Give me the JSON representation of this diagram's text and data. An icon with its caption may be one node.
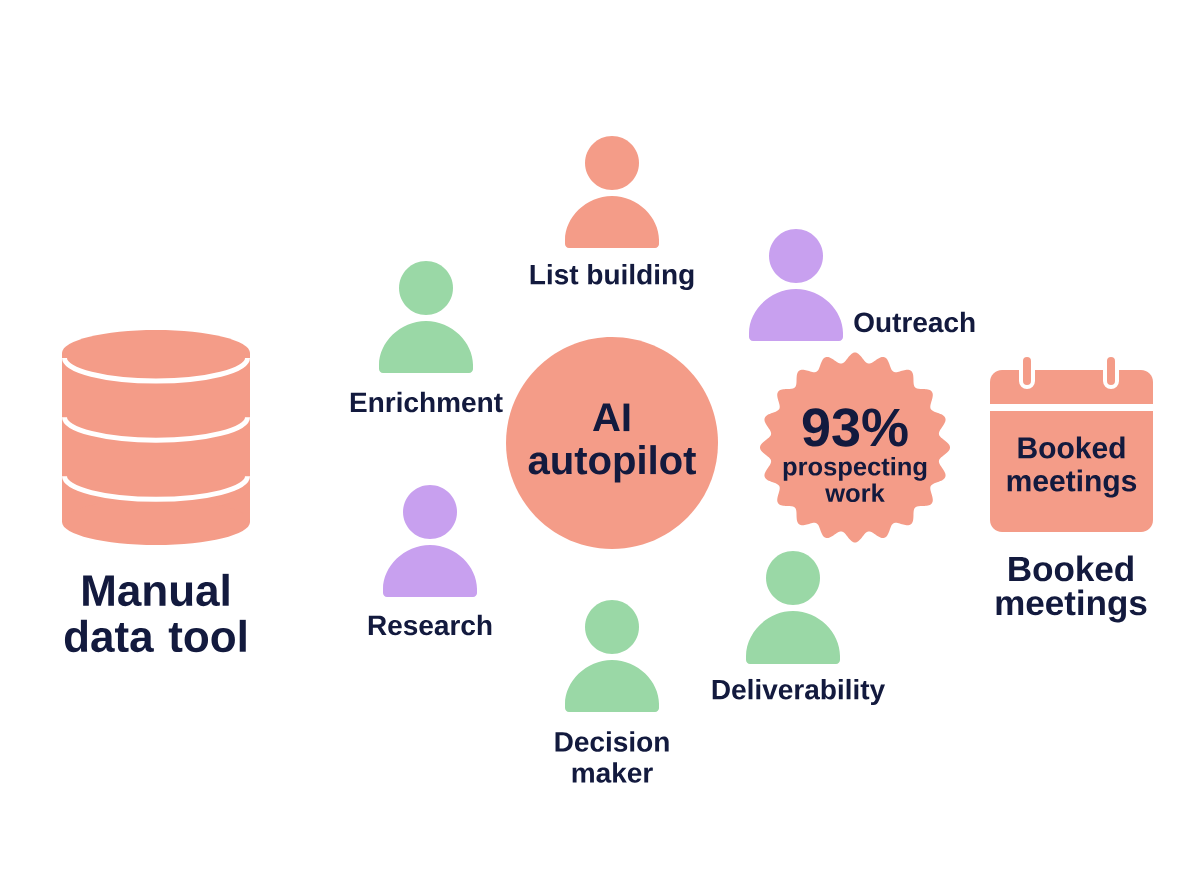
{
  "diagram": {
    "nodes": [
      {
        "text": [],
        "shape": "cylinder",
        "beside": [
          "Manual data tool"
        ]
      },
      {
        "text": [],
        "shape": "person",
        "beside": [
          "List building"
        ]
      },
      {
        "text": [],
        "shape": "person",
        "beside": [
          "Enrichment"
        ]
      },
      {
        "text": [],
        "shape": "person",
        "beside": [
          "Outreach"
        ]
      },
      {
        "text": [
          "AI autopilot"
        ]
      },
      {
        "text": [
          "93%",
          "prospecting work"
        ]
      },
      {
        "text": [
          "Booked meetings"
        ],
        "beside": [
          "Booked meetings"
        ]
      },
      {
        "text": [],
        "shape": "person",
        "beside": [
          "Research"
        ]
      },
      {
        "text": [],
        "shape": "person",
        "beside": [
          "Deliverability"
        ]
      },
      {
        "text": [],
        "shape": "person",
        "beside": [
          "Decision maker"
        ]
      }
    ]
  }
}
